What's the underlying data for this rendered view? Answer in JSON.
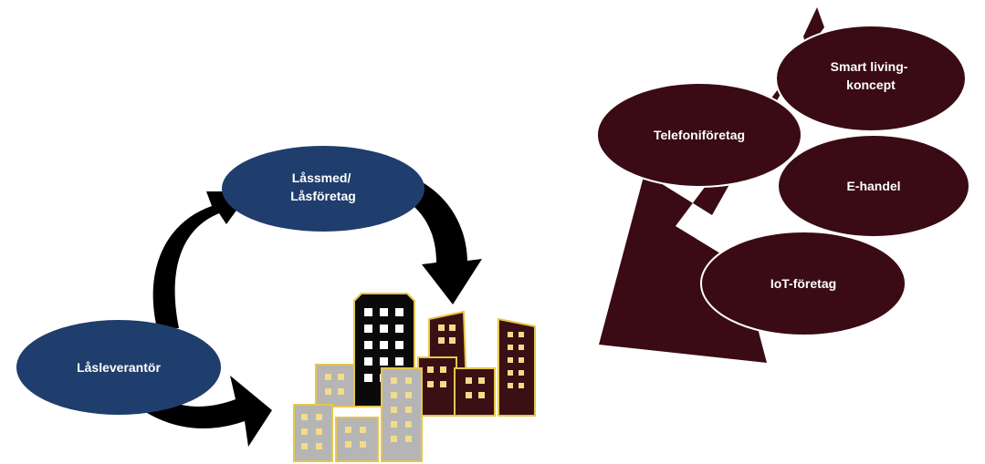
{
  "left_cycle": {
    "nodes": [
      {
        "id": "lasleverantor",
        "lines": [
          "Låsleverantör"
        ]
      },
      {
        "id": "lassmed",
        "lines": [
          "Låssmed/",
          "Låsföretag"
        ]
      }
    ],
    "colors": {
      "node_fill": "#1f3d6d",
      "arrow_fill": "#000000",
      "building_light": "#b5b5b5",
      "building_light_window": "#f2dc8a",
      "building_dark": "#0a0a0a",
      "building_maroon": "#3a1014",
      "building_outline": "#e7c64a",
      "window_light": "#ffffff"
    }
  },
  "right_cluster": {
    "nodes": [
      {
        "id": "smart",
        "lines": [
          "Smart living-",
          "koncept"
        ]
      },
      {
        "id": "telefoni",
        "lines": [
          "Telefoniföretag"
        ]
      },
      {
        "id": "ehandel",
        "lines": [
          "E-handel"
        ]
      },
      {
        "id": "iot",
        "lines": [
          "IoT-företag"
        ]
      }
    ],
    "colors": {
      "node_fill": "#3a0b14",
      "node_stroke": "#ffffff",
      "arrow_fill": "#3a0b14"
    }
  }
}
